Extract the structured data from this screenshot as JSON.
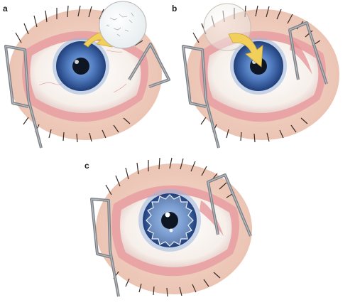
{
  "panels": [
    {
      "label": "a"
    },
    {
      "label": "b"
    },
    {
      "label": "c"
    }
  ],
  "colors": {
    "skin": "#f3d6c8",
    "skin_shadow": "#e7b7a5",
    "conjunctiva": "#e9a4a6",
    "sclera": "#f7f3ef",
    "iris_outer": "#2e4f8f",
    "iris_inner": "#6f9fd6",
    "pupil": "#0e1624",
    "speculum": "#8c8f94",
    "arrow": "#f1cf5a",
    "graft": "#ffffff"
  }
}
